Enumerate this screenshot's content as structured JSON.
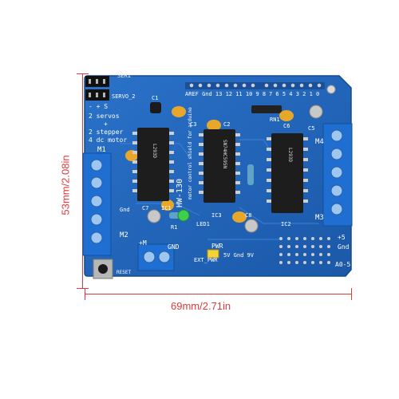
{
  "dimensions": {
    "height_label": "53mm/2.08in",
    "width_label": "69mm/2.71in"
  },
  "board": {
    "model": "HW-130",
    "subtitle": "motor control shield for arduino",
    "servo_label": "SERVO_2",
    "ser1": "SER1",
    "servo_info": [
      "- + S",
      "2 servos",
      "+",
      "2 stepper",
      "4 dc motor"
    ],
    "header_top": "AREF Gnd 13 12 11 10 9 8",
    "header_top_right": "7 6 5 4 3 2 1 0",
    "labels": {
      "c1": "C1",
      "c2": "C2",
      "c3": "C3",
      "c5": "C5",
      "c6": "C6",
      "c7": "C7",
      "c8": "C8",
      "ic1": "IC1",
      "ic2": "IC2",
      "ic3": "IC3",
      "rn1": "RN1",
      "r1": "R1",
      "led1": "LED1",
      "m1": "M1",
      "m2": "M2",
      "m3": "M3",
      "m4": "M4",
      "gnd_left": "Gnd",
      "plus_m": "+M",
      "gnd_bottom": "GND",
      "reset": "RESET",
      "ext_pwr": "EXT_PWR",
      "pwr": "PWR",
      "pwr_sub": "5V Gnd 9V",
      "plus5": "+5",
      "gnd_right": "Gnd",
      "a05": "A0-5"
    },
    "chip_marks": [
      "SN74HC595N",
      "L293D"
    ]
  },
  "colors": {
    "board_blue": "#1f63b8",
    "terminal_blue": "#1e6fd1",
    "dimension_red": "#e0393b"
  }
}
